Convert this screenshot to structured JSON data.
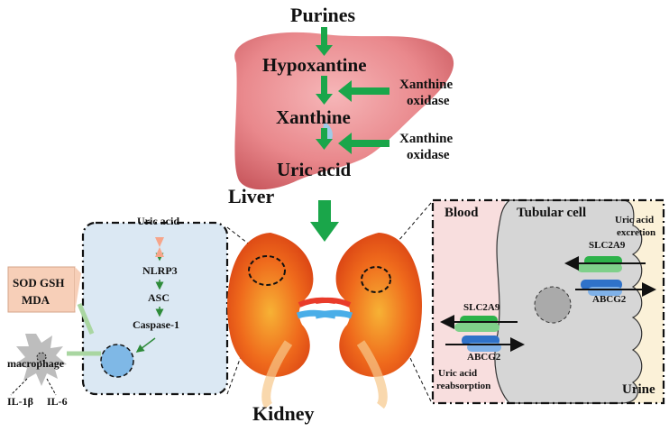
{
  "liver_pathway": {
    "purines": "Purines",
    "hypoxantine": "Hypoxantine",
    "xanthine": "Xanthine",
    "uric_acid": "Uric acid",
    "enzyme_1": [
      "Xanthine",
      "oxidase"
    ],
    "enzyme_2": [
      "Xanthine",
      "oxidase"
    ],
    "organ_label": "Liver"
  },
  "kidney_label": "Kidney",
  "inflammation_panel": {
    "uric_acid": "Uric acid",
    "nlrp3": "NLRP3",
    "asc": "ASC",
    "caspase": "Caspase-1",
    "markers": [
      "SOD GSH",
      "MDA"
    ],
    "macrophage": "macrophage",
    "il1b": "IL-1β",
    "il6": "IL-6"
  },
  "tubule_panel": {
    "blood": "Blood",
    "tubular_cell": "Tubular cell",
    "excretion": [
      "Uric acid",
      "excretion"
    ],
    "reabsorption": [
      "Uric acid",
      "reabsorption"
    ],
    "urine": "Urine",
    "transporter_top": "SLC2A9",
    "transporter_top2": "ABCG2",
    "transporter_left": "SLC2A9",
    "transporter_left2": "ABCG2"
  },
  "colors": {
    "arrow_green": "#1aa64a",
    "liver": "#e9888c",
    "kidney": "#ea5a1e",
    "blood_bg": "#f8dede",
    "urine_bg": "#fbf1d8",
    "cell_bg": "#d6d6d6",
    "inflam_bg": "#dbe8f3"
  }
}
